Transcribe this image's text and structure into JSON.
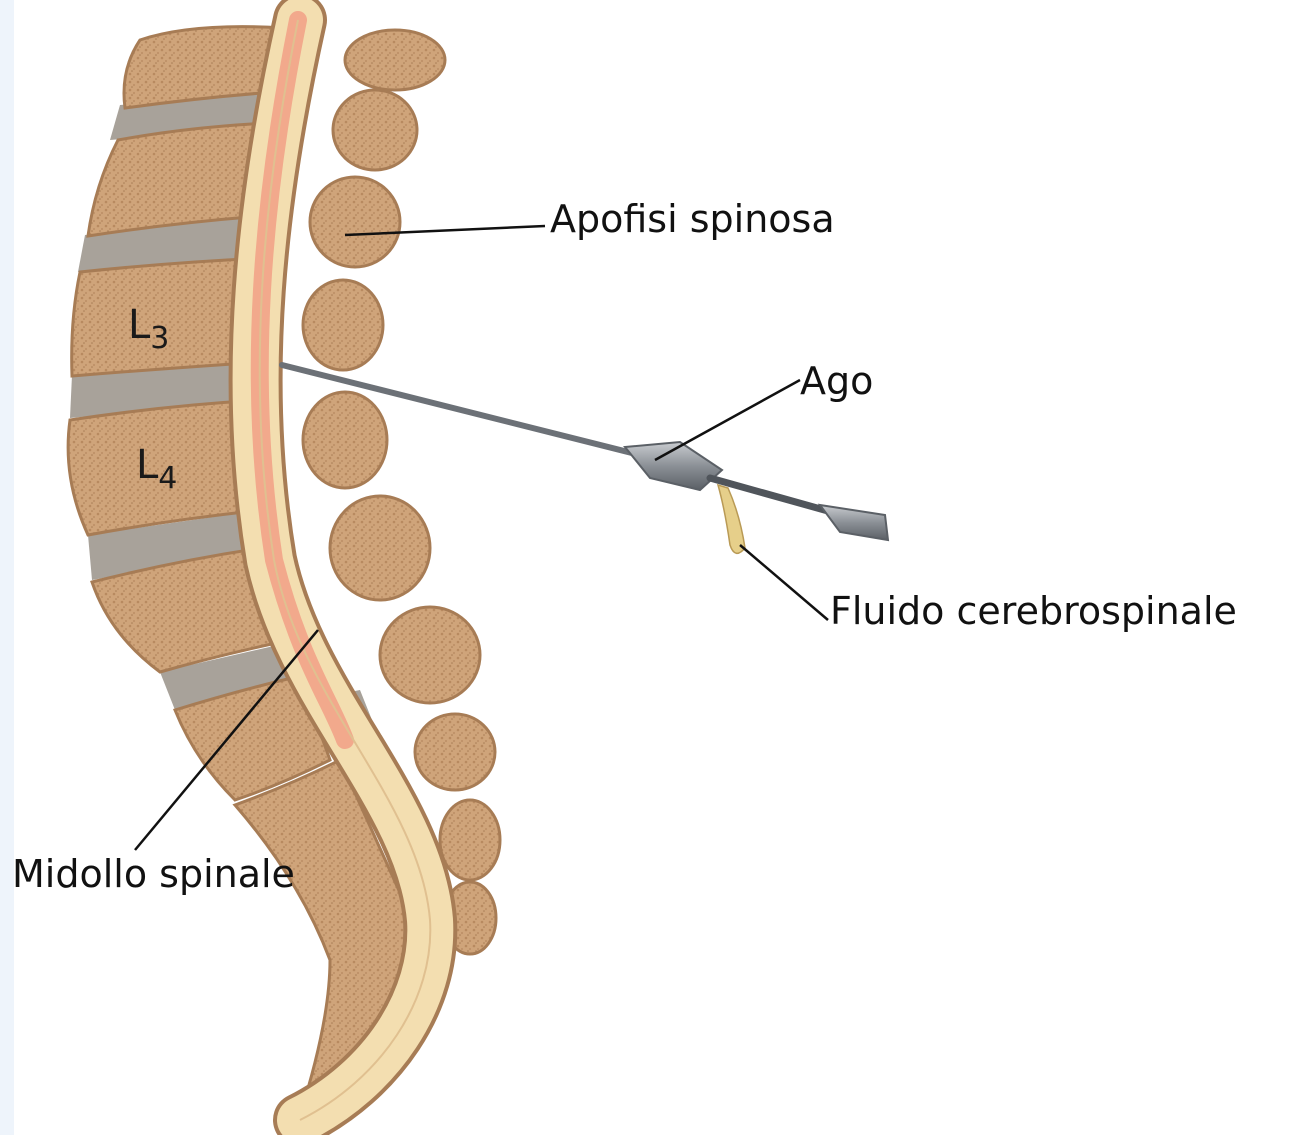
{
  "labels": {
    "spinous_process": "Apofisi spinosa",
    "needle": "Ago",
    "csf": "Fluido cerebrospinale",
    "spinal_cord": "Midollo spinale"
  },
  "vertebrae": [
    {
      "letter": "L",
      "number": "3"
    },
    {
      "letter": "L",
      "number": "4"
    }
  ],
  "colors": {
    "bone": "#cfa47a",
    "bone_texture": "#b88a60",
    "bone_outline": "#a77c55",
    "disc": "#a8a29a",
    "canal_outer": "#f3deb0",
    "cord": "#f2a98c",
    "needle": "#7d8288",
    "leader_line": "#111111"
  }
}
